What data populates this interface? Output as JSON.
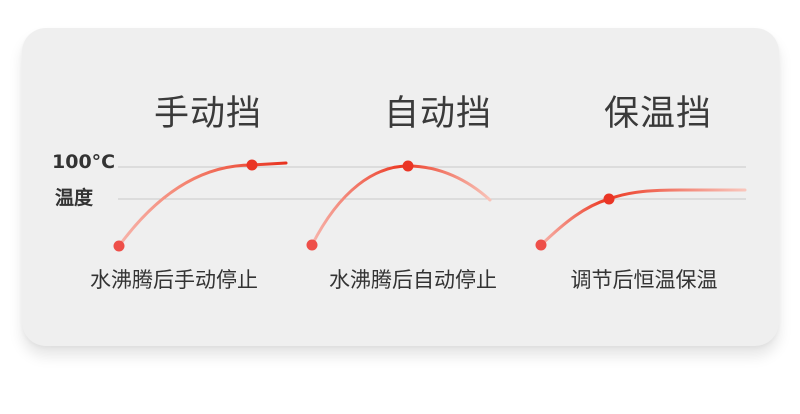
{
  "axis": {
    "top_label": "100°C",
    "bottom_label": "温度"
  },
  "modes": [
    {
      "title": "手动挡",
      "caption": "水沸腾后手动停止"
    },
    {
      "title": "自动挡",
      "caption": "水沸腾后自动停止"
    },
    {
      "title": "保温挡",
      "caption": "调节后恒温保温"
    }
  ],
  "colors": {
    "card_bg": "#efefef",
    "curve_light": "#f7b7ad",
    "curve_strong": "#ee3a22",
    "dot": "#ea3525",
    "guideline": "#c9c9c9",
    "text": "#333333"
  }
}
